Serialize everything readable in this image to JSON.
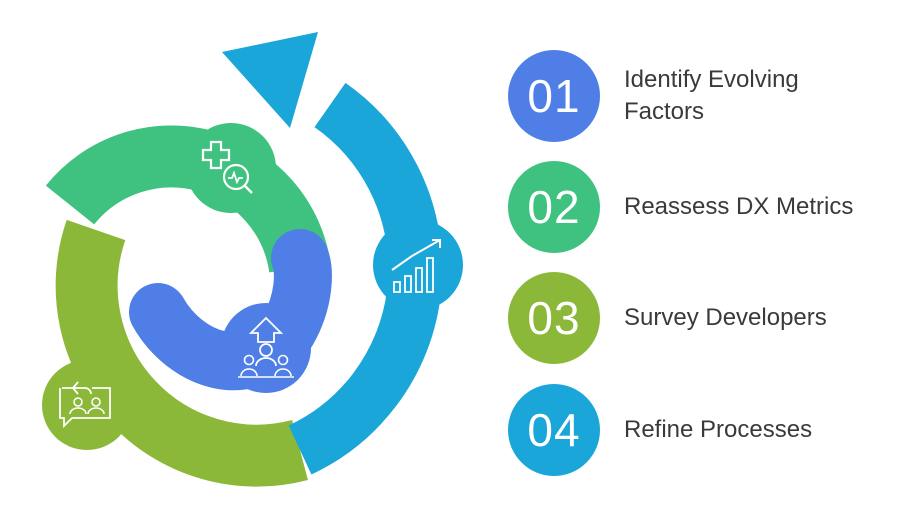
{
  "colors": {
    "step1": "#4f7fe6",
    "step2": "#3fc27f",
    "step3": "#8cb83a",
    "step4": "#1aa6d8"
  },
  "steps": [
    {
      "number": "01",
      "label": "Identify Evolving Factors",
      "icon": "health-search-icon"
    },
    {
      "number": "02",
      "label": "Reassess DX Metrics",
      "icon": "growth-chart-icon"
    },
    {
      "number": "03",
      "label": "Survey Developers",
      "icon": "survey-people-icon"
    },
    {
      "number": "04",
      "label": "Refine Processes",
      "icon": "team-feedback-icon"
    }
  ]
}
